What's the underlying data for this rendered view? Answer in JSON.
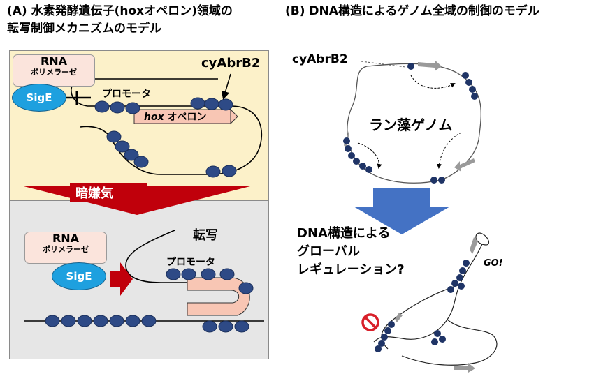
{
  "panel_a": {
    "title_line1": "(A) 水素発酵遺伝子(hoxオペロン)領域の",
    "title_line2": "転写制御メカニズムのモデル",
    "rna_label": "RNA",
    "rna_sub": "ポリメラーゼ",
    "sige_label": "SigE",
    "promoter_label": "プロモータ",
    "cyabrb2_label": "cyAbrB2",
    "hox_italic": "hox",
    "hox_rest": " オペロン",
    "dark_label": "暗嫌気",
    "transcription_label": "転写"
  },
  "panel_b": {
    "title": "(B) DNA構造によるゲノム全域の制御のモデル",
    "cyabrb2_label": "cyAbrB2",
    "genome_label": "ラン藻ゲノム",
    "question_line1": "DNA構造による",
    "question_line2": "グローバル",
    "question_line3": "レギュレーション?",
    "go_label": "GO!"
  },
  "colors": {
    "protein_dot": "#2e4a86",
    "sige": "#1ea0df",
    "operon": "#f8c6b4",
    "arrow_red": "#c0000b",
    "arrow_blue": "#4472c4",
    "panel_top_bg": "#fcf1c9",
    "panel_bottom_bg": "#e6e6e6"
  }
}
